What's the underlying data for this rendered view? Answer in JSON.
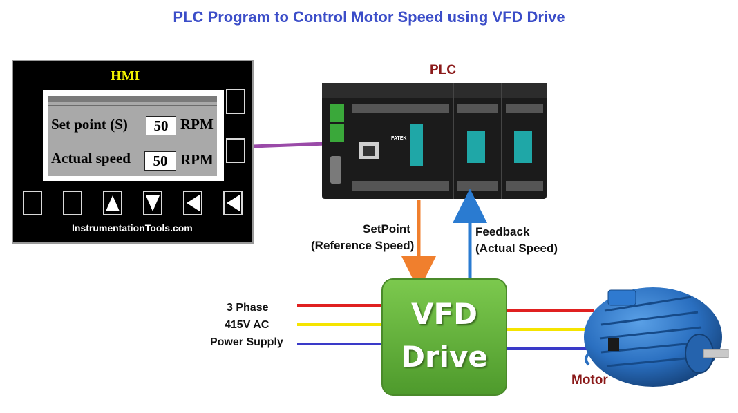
{
  "title": "PLC Program to Control Motor Speed using VFD Drive",
  "hmi": {
    "title": "HMI",
    "setpoint_label": "Set point (S)",
    "setpoint_value": "50",
    "setpoint_unit": "RPM",
    "actual_label": "Actual speed",
    "actual_value": "50",
    "actual_unit": "RPM",
    "website": "InstrumentationTools.com"
  },
  "plc": {
    "label": "PLC",
    "brand": "FATEK"
  },
  "signals": {
    "setpoint_line1": "SetPoint",
    "setpoint_line2": "(Reference Speed)",
    "feedback_line1": "Feedback",
    "feedback_line2": "(Actual Speed)"
  },
  "power": {
    "line1": "3 Phase",
    "line2": "415V AC",
    "line3": "Power Supply"
  },
  "vfd": {
    "line1": "VFD",
    "line2": "Drive"
  },
  "motor": {
    "label": "Motor"
  },
  "colors": {
    "title": "#3b4dc8",
    "plc_label": "#8b1a1a",
    "setpoint_arrow": "#f07f2d",
    "feedback_arrow": "#2a7bd1",
    "phase_red": "#e02020",
    "phase_yellow": "#f5e400",
    "phase_blue": "#3a3ac8",
    "vfd_green": "#62b43a",
    "link_purple": "#9a4aa8"
  }
}
